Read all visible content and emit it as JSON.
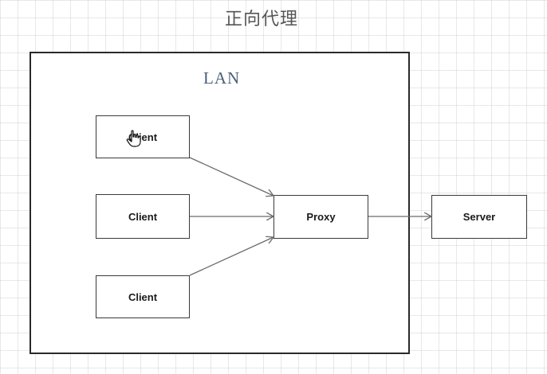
{
  "title": "正向代理",
  "lan": {
    "label": "LAN"
  },
  "nodes": {
    "client_1": "Client",
    "client_2": "Client",
    "client_3": "Client",
    "proxy": "Proxy",
    "server": "Server"
  },
  "cursor_icon": "hand-pointer-icon"
}
